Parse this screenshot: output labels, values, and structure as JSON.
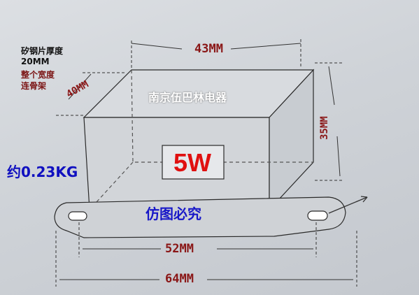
{
  "notes": {
    "steel_thickness": "矽钢片厚度",
    "steel_thickness_value": "20MM",
    "frame_line1": "整个宽度",
    "frame_line2": "连骨架"
  },
  "brand": "南京伍巴林电器",
  "weight": "约0.23KG",
  "power": "5W",
  "warning": "仿图必究",
  "dimensions": {
    "top_width": "43MM",
    "depth": "40MM",
    "height": "35MM",
    "hole_spacing": "52MM",
    "total_length": "64MM"
  }
}
